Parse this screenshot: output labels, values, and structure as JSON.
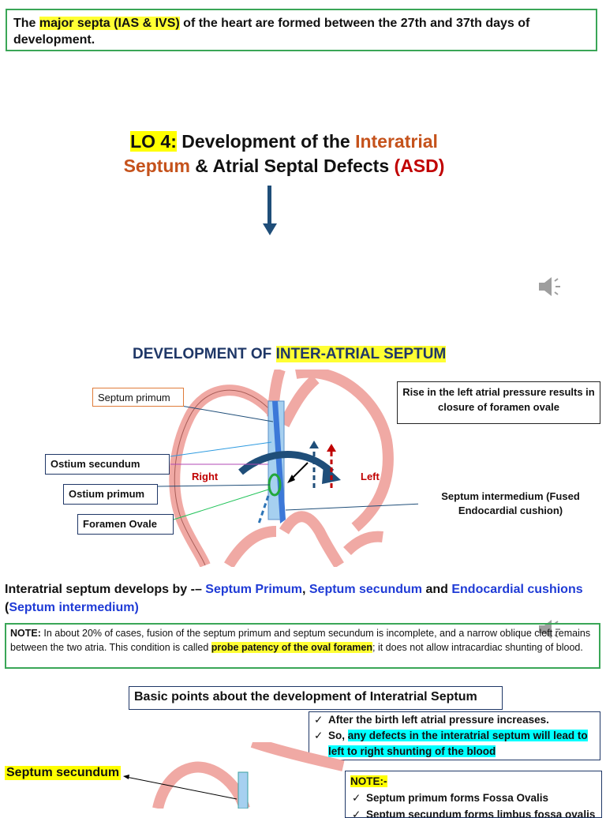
{
  "top_box": {
    "prefix": "The ",
    "highlight": "major septa (IAS & IVS)",
    "suffix": " of the heart are formed between the 27th and 37th days of development."
  },
  "lo_title": {
    "lo": "LO 4:",
    "part1": " Development of the ",
    "part2": "Interatrial",
    "part3": "Septum",
    "part4": " & Atrial Septal Defects ",
    "part5": "(ASD)"
  },
  "diagram1": {
    "title_plain": "DEVELOPMENT OF ",
    "title_highlight": "INTER-ATRIAL SEPTUM",
    "septum_primum": "Septum primum",
    "ostium_secundum": "Ostium secundum",
    "ostium_primum": "Ostium primum",
    "foramen_ovale": "Foramen Ovale",
    "right": "Right",
    "left": "Left",
    "rise_box": "Rise in the left atrial pressure results in closure of foramen ovale",
    "septum_intermedium": "Septum intermedium (Fused Endocardial cushion)"
  },
  "develops": {
    "prefix": "Interatrial septum develops by -– ",
    "item1": "Septum Primum",
    "sep1": ", ",
    "item2": "Septum secundum",
    "sep2": " and ",
    "item3": "Endocardial cushions",
    "sep3": " (",
    "item4": "Septum intermedium)"
  },
  "note_box": {
    "label": "NOTE:",
    "text1": " In about 20% of cases, fusion of the septum primum and septum secundum is incomplete, and a narrow oblique cleft remains between the two atria. This condition is called ",
    "highlight": "probe patency of the oval foramen",
    "text2": "; it does not allow intracardiac shunting of blood."
  },
  "basic_box": {
    "title": "Basic points about the development of Interatrial Septum"
  },
  "after_birth": {
    "item1": "After the birth left atrial pressure increases.",
    "item2_prefix": "So, ",
    "item2_highlight": "any defects in the interatrial septum will lead to left to right shunting of the blood"
  },
  "septum_secundum_label": "Septum secundum",
  "note2": {
    "title": "NOTE:-",
    "item1": "Septum primum forms Fossa Ovalis",
    "item2": "Septum secundum forms limbus fossa ovalis"
  },
  "colors": {
    "green_border": "#3aa657",
    "highlight_yellow": "#ffff00",
    "highlight_cyan": "#00ffff",
    "heart_pink": "#f0a9a4",
    "septum_blue": "#3c78d8",
    "title_navy": "#1f3767"
  },
  "icons": [
    "down-arrow-icon",
    "speaker-icon",
    "checkmark-icon"
  ]
}
